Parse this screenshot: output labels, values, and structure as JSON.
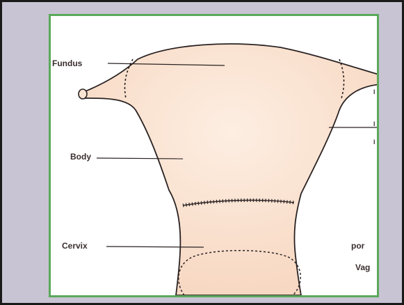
{
  "colors": {
    "frame_border": "#1a1a1a",
    "frame_background": "#c9c4d4",
    "panel_border": "#5aa85a",
    "organ_fill": "#fbe3d2",
    "outline": "#2a2222"
  },
  "labels": {
    "fundus": "Fundus",
    "body": "Body",
    "cervix": "Cervix",
    "right_partial_1": "por",
    "right_partial_2": "Vag"
  }
}
